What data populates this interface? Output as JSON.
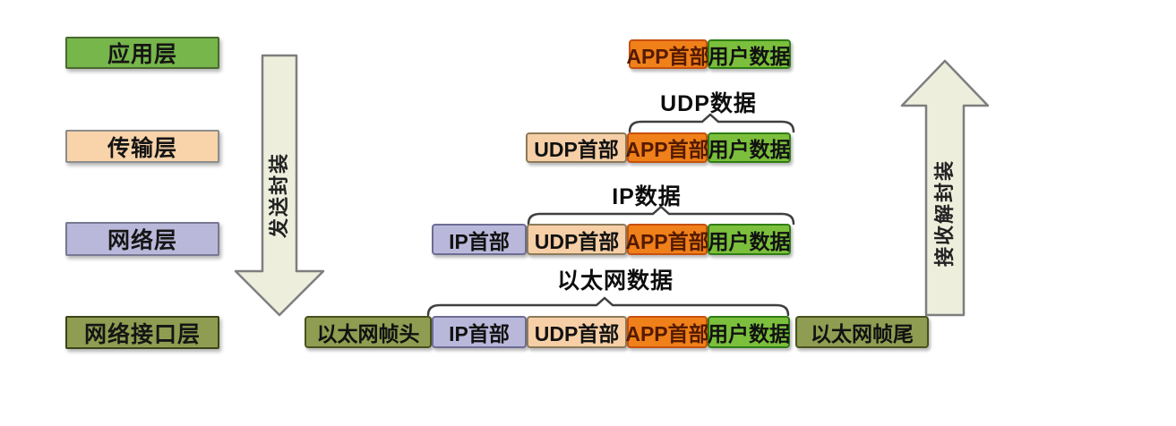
{
  "diagram": {
    "description_type": "tcp-ip-encapsulation-diagram",
    "layers": [
      {
        "label": "应用层"
      },
      {
        "label": "传输层"
      },
      {
        "label": "网络层"
      },
      {
        "label": "网络接口层"
      }
    ],
    "arrows": {
      "send_label": "发送封装",
      "receive_label": "接收解封装"
    },
    "rows": [
      {
        "segments": [
          {
            "label": "APP首部"
          },
          {
            "label": "用户数据"
          }
        ]
      },
      {
        "brace_label": "UDP数据",
        "segments": [
          {
            "label": "UDP首部"
          },
          {
            "label": "APP首部"
          },
          {
            "label": "用户数据"
          }
        ]
      },
      {
        "brace_label": "IP数据",
        "segments": [
          {
            "label": "IP首部"
          },
          {
            "label": "UDP首部"
          },
          {
            "label": "APP首部"
          },
          {
            "label": "用户数据"
          }
        ]
      },
      {
        "brace_label": "以太网数据",
        "segments": [
          {
            "label": "以太网帧头"
          },
          {
            "label": "IP首部"
          },
          {
            "label": "UDP首部"
          },
          {
            "label": "APP首部"
          },
          {
            "label": "用户数据"
          },
          {
            "label": "以太网帧尾"
          }
        ]
      }
    ],
    "colors": {
      "application_layer_green": "#77b64a",
      "transport_layer_peach": "#f9d3a9",
      "network_layer_lavender": "#bab8da",
      "link_layer_olive": "#8e9d51",
      "app_header_orange": "#f08019",
      "user_data_green": "#7bbf3c",
      "udp_header_peach": "#f6cfa6",
      "ip_header_lavender": "#bab8da",
      "ethernet_olive": "#8e9d51",
      "arrow_fill": "#edeedc",
      "background": "#ffffff"
    }
  }
}
